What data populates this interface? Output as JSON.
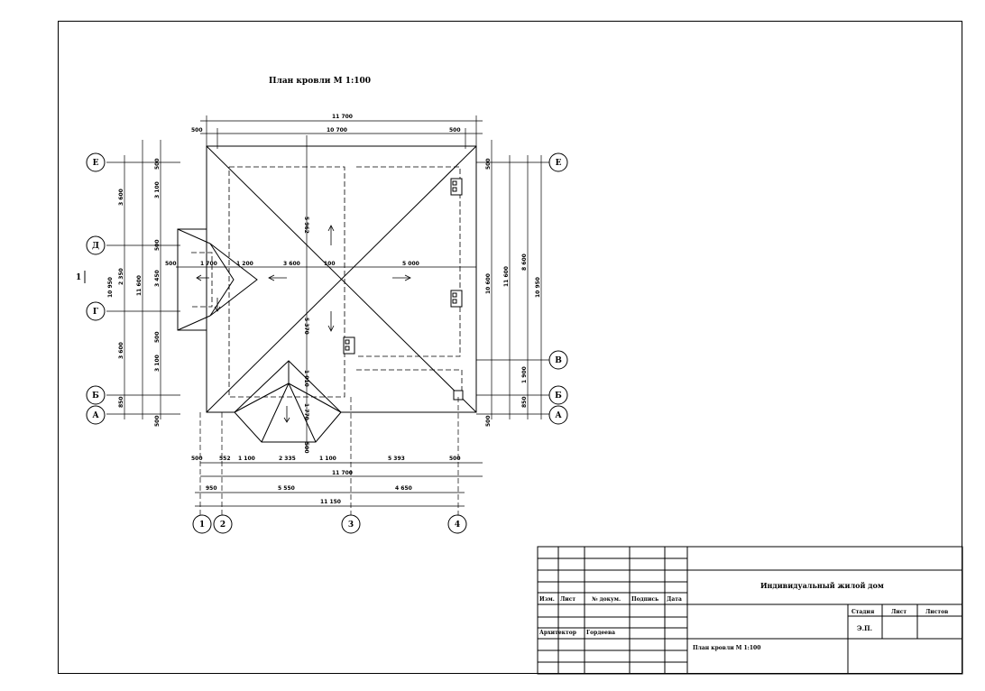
{
  "drawing_title": "План кровли М 1:100",
  "section_mark": "1",
  "axes_letters": [
    "Е",
    "Д",
    "Г",
    "В",
    "Б",
    "А"
  ],
  "axes_numbers": [
    "1",
    "2",
    "3",
    "4"
  ],
  "dims_top": {
    "outer": "11 700",
    "inner": "10 700",
    "left": "500",
    "right": "500"
  },
  "dims_bottom_row1": [
    "500",
    "552",
    "1 100",
    "2 335",
    "1 100",
    "5 393",
    "500"
  ],
  "dims_bottom_total": "11 700",
  "dims_bottom_row2": [
    "950",
    "5 550",
    "4 650"
  ],
  "dims_bottom_total2": "11 150",
  "dims_left": {
    "a": "3 600",
    "b": "3 100",
    "c": "500",
    "d": "2 350",
    "e": "3 450",
    "f": "10 950",
    "g": "11 600",
    "h": "3 600",
    "i": "3 100",
    "j": "500",
    "k": "850",
    "l": "500",
    "m": "500"
  },
  "dims_right": {
    "a": "500",
    "b": "10 600",
    "c": "11 600",
    "d": "8 600",
    "e": "10 950",
    "f": "1 900",
    "g": "850",
    "h": "500"
  },
  "dims_inner": {
    "h1": "500",
    "h2": "1 700",
    "h3": "1 200",
    "h4": "3 600",
    "h5": "100",
    "h6": "5 000",
    "v1": "5 962",
    "v2": "5 370",
    "v3": "1 010",
    "v4": "1 770",
    "v5": "500"
  },
  "title_block": {
    "col_headers": [
      "Изм.",
      "Лист",
      "№ докум.",
      "Подпись",
      "Дата"
    ],
    "role_label": "Архитектор",
    "role_name": "Гордеева",
    "project_name": "Индивидуальный жилой дом",
    "stage_label": "Стадия",
    "sheet_label": "Лист",
    "sheets_label": "Листов",
    "stage_value": "Э.П.",
    "sheet_title": "План кровли М 1:100"
  }
}
